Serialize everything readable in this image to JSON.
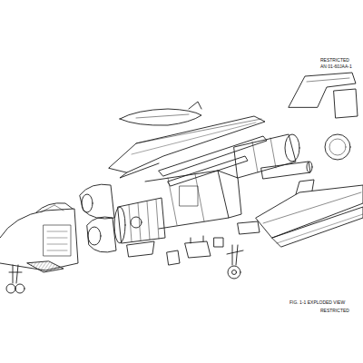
{
  "diagram": {
    "labels": [
      "RESTRICTED",
      "AN 01-60JAA-1",
      "FIG. 1-1 EXPLODED VIEW",
      "RESTRICTED"
    ]
  }
}
